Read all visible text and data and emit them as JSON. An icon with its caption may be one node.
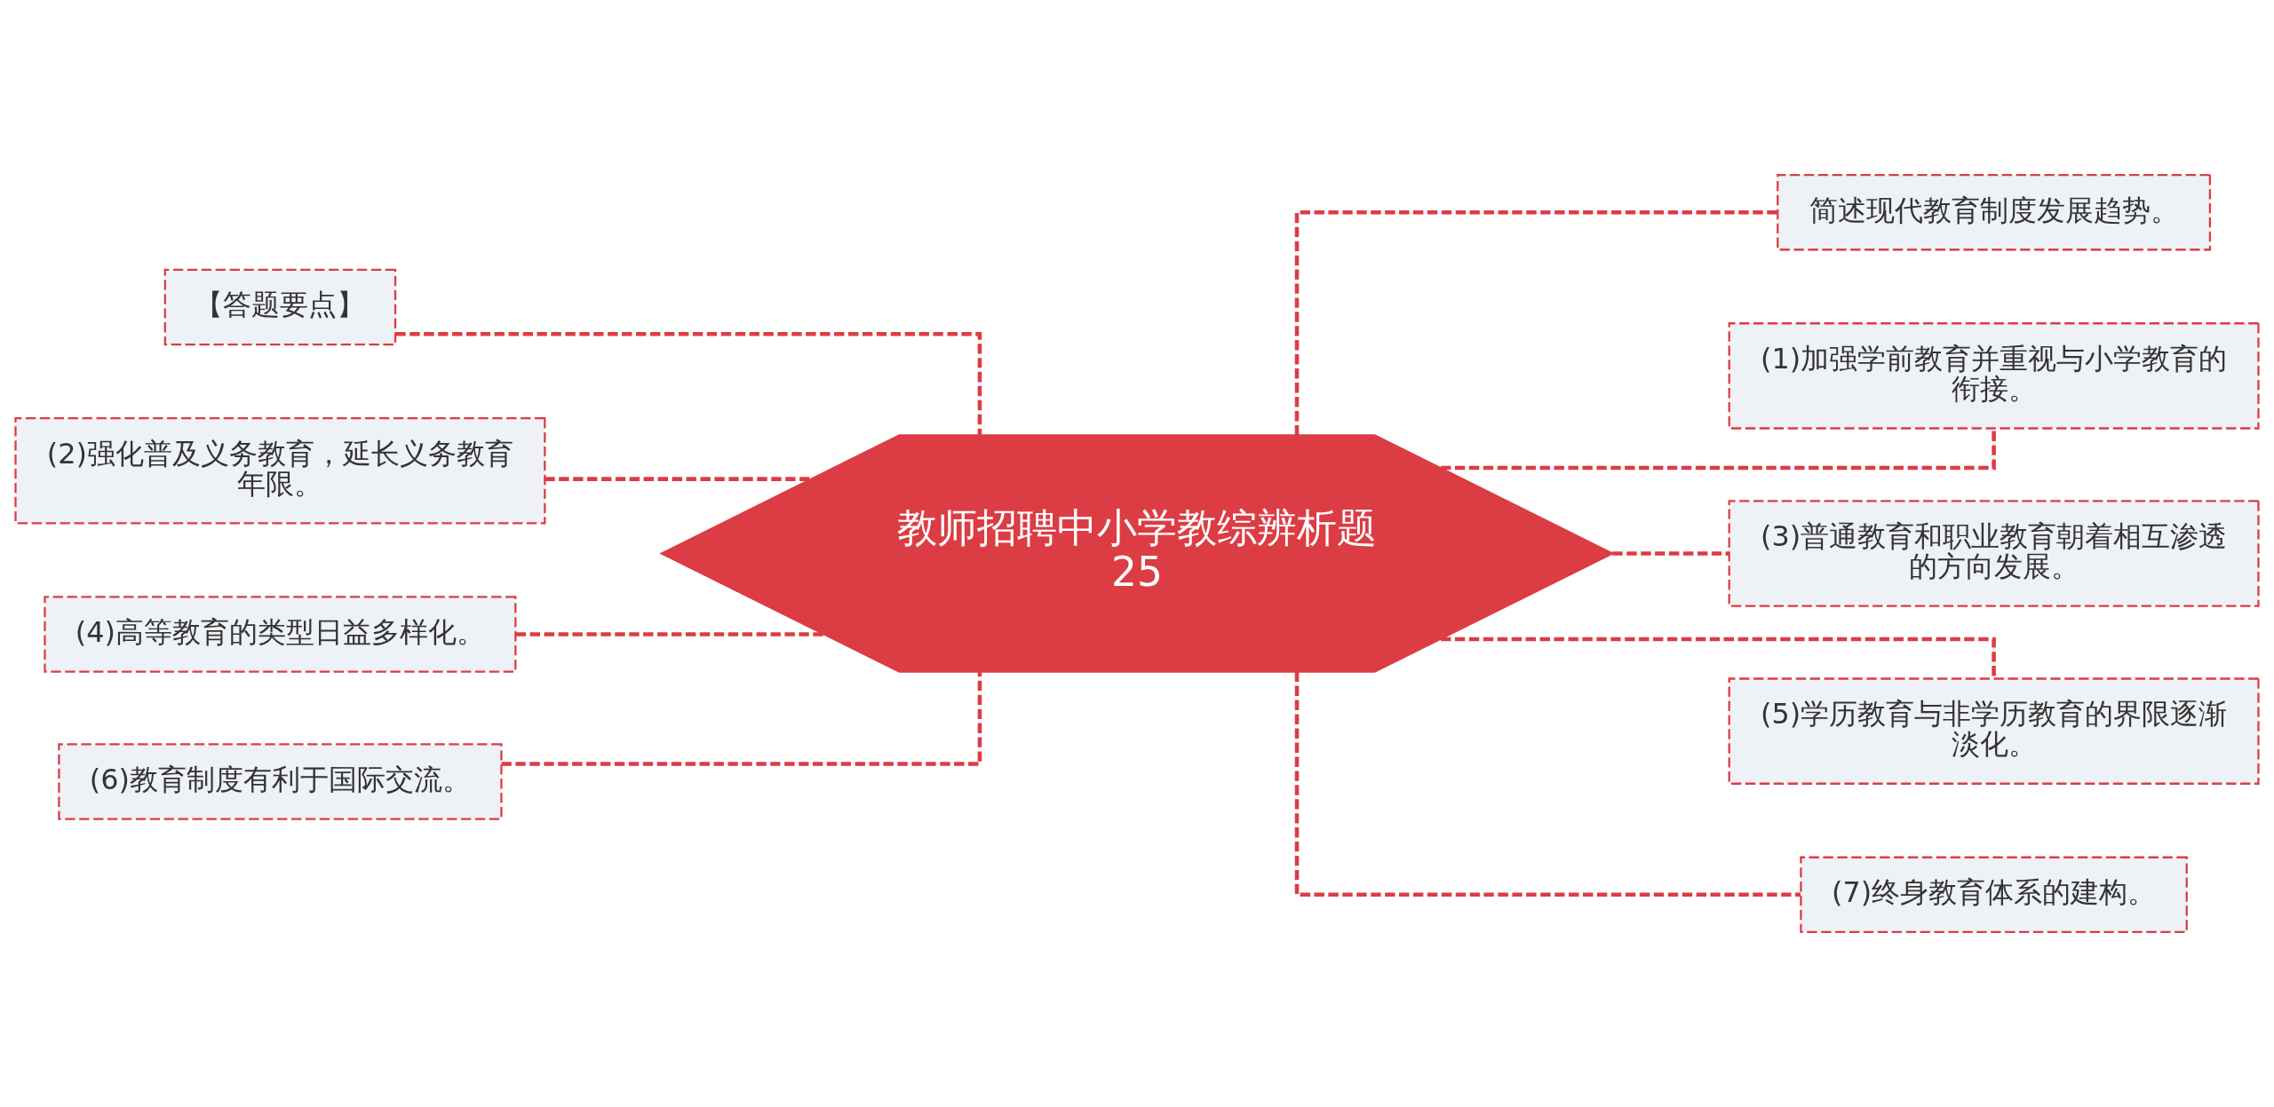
{
  "diagram": {
    "nodes": [
      {
        "text": [
          "教师招聘中小学教综辨析题25"
        ]
      },
      {
        "text": [
          "【答题要点】"
        ]
      },
      {
        "text": [
          "(2)强化普及义务教育，延长义务教育年限。"
        ]
      },
      {
        "text": [
          "(4)高等教育的类型日益多样化。"
        ]
      },
      {
        "text": [
          "(6)教育制度有利于国际交流。"
        ]
      },
      {
        "text": [
          "简述现代教育制度发展趋势。"
        ]
      },
      {
        "text": [
          "(1)加强学前教育并重视与小学教育的衔接。"
        ]
      },
      {
        "text": [
          "(3)普通教育和职业教育朝着相互渗透的方向发展。"
        ]
      },
      {
        "text": [
          "(5)学历教育与非学历教育的界限逐渐淡化。"
        ]
      },
      {
        "text": [
          "(7)终身教育体系的建构。"
        ]
      }
    ],
    "edges": [
      {
        "from": 0,
        "to": 1,
        "arrow": "none",
        "style": "dashed"
      },
      {
        "from": 0,
        "to": 2,
        "arrow": "none",
        "style": "dashed"
      },
      {
        "from": 0,
        "to": 3,
        "arrow": "none",
        "style": "dashed"
      },
      {
        "from": 0,
        "to": 4,
        "arrow": "none",
        "style": "dashed"
      },
      {
        "from": 0,
        "to": 5,
        "arrow": "none",
        "style": "dashed"
      },
      {
        "from": 0,
        "to": 6,
        "arrow": "none",
        "style": "dashed"
      },
      {
        "from": 0,
        "to": 7,
        "arrow": "none",
        "style": "dashed"
      },
      {
        "from": 0,
        "to": 8,
        "arrow": "none",
        "style": "dashed"
      },
      {
        "from": 0,
        "to": 9,
        "arrow": "none",
        "style": "dashed"
      }
    ]
  }
}
